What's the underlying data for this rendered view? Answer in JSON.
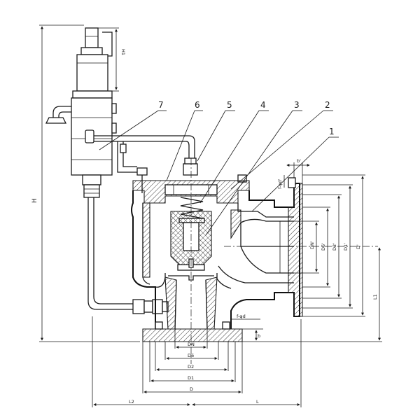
{
  "parts": [
    {
      "num": "7"
    },
    {
      "num": "6"
    },
    {
      "num": "5"
    },
    {
      "num": "4"
    },
    {
      "num": "3"
    },
    {
      "num": "2"
    },
    {
      "num": "1"
    }
  ],
  "dims": {
    "H": "H",
    "L": "L",
    "L1": "L1",
    "L2": "L2",
    "D": "D",
    "D1": "D1",
    "D2": "D2",
    "D6": "D6",
    "DN": "DN",
    "DN_out": "DN'",
    "D6_out": "D6'",
    "D2_out": "D2'",
    "D1_out": "D1'",
    "D_out": "D'",
    "b": "b'",
    "b_left": "b",
    "fh": "f-φd",
    "fh_out": "f-φd'",
    "H1": "H1"
  }
}
